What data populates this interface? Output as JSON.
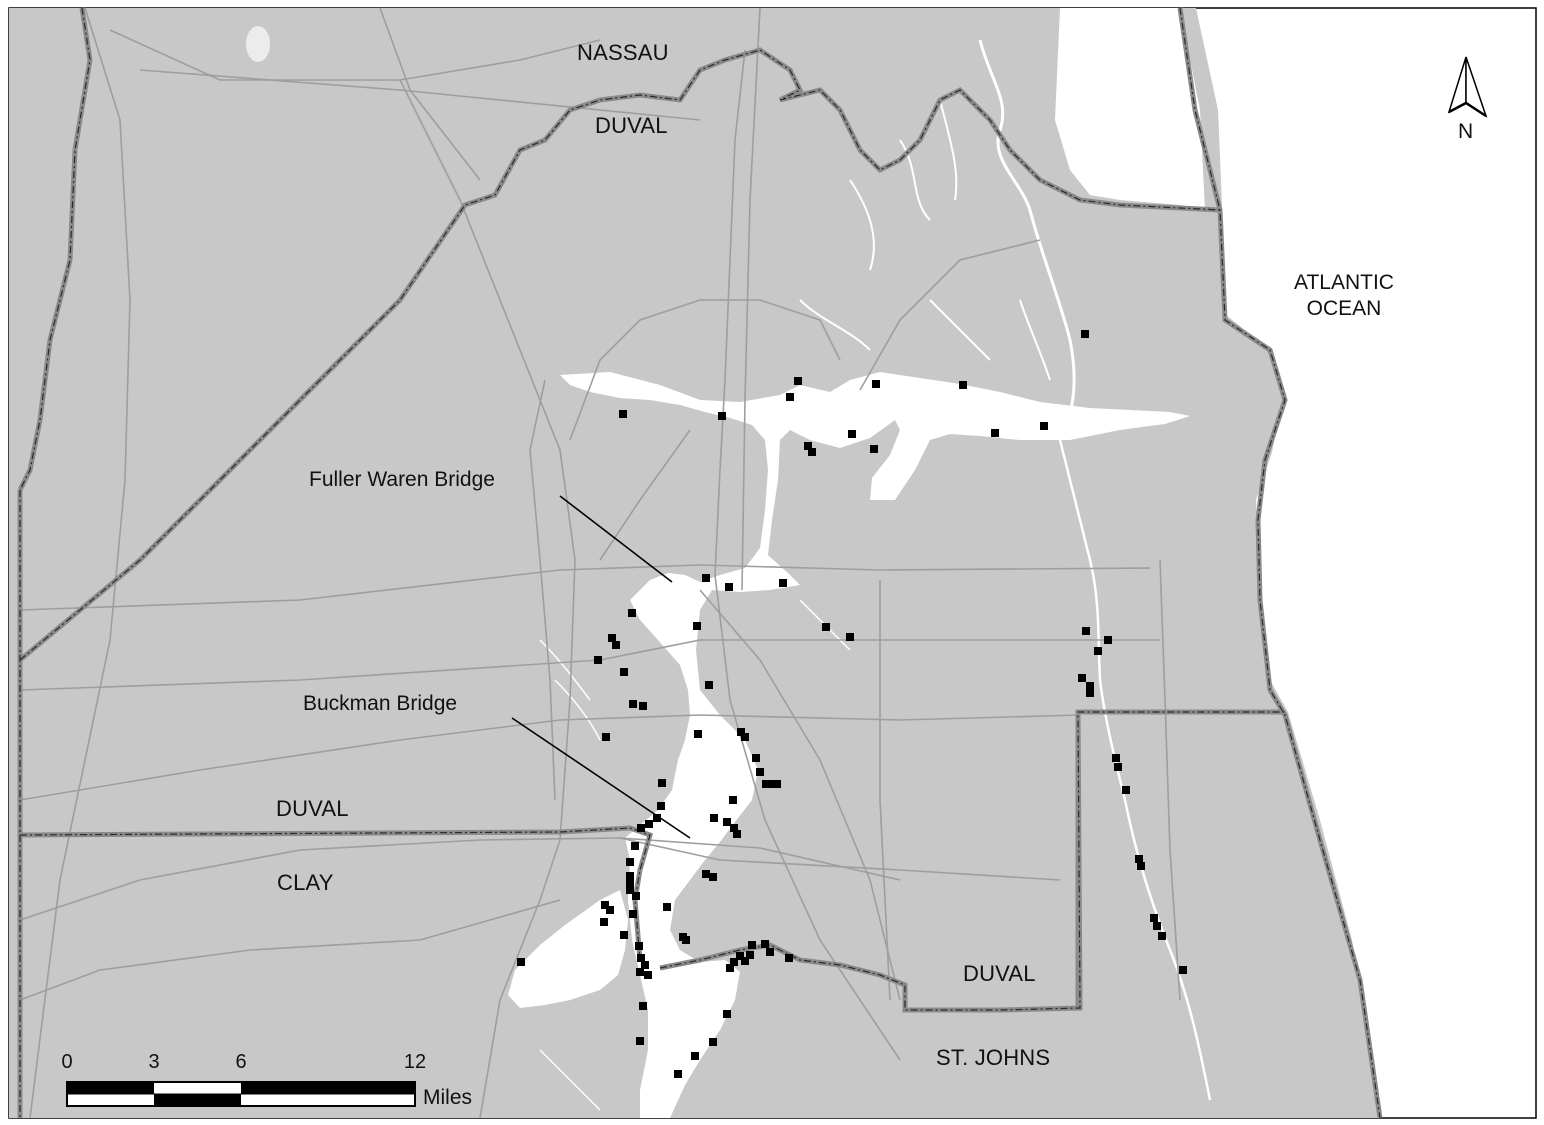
{
  "map": {
    "colors": {
      "land": "#c8c8c8",
      "water": "#ffffff",
      "road": "#9e9e9e",
      "county_line": "#8a8a8a",
      "county_dash": "#2a2a2a",
      "site_marker": "#000000",
      "leader_line": "#000000"
    },
    "counties": {
      "nassau": "NASSAU",
      "duval_north": "DUVAL",
      "duval_west": "DUVAL",
      "clay": "CLAY",
      "duval_east": "DUVAL",
      "st_johns": "ST. JOHNS"
    },
    "ocean_label": [
      "ATLANTIC",
      "OCEAN"
    ],
    "features": {
      "fuller_warren": "Fuller Waren Bridge",
      "buckman": "Buckman Bridge"
    },
    "north_arrow": {
      "letter": "N",
      "icon": "north-arrow-icon"
    },
    "scale_bar": {
      "ticks": [
        "0",
        "3",
        "6",
        "12"
      ],
      "unit": "Miles"
    },
    "sample_sites_icon": "square-marker-icon"
  }
}
